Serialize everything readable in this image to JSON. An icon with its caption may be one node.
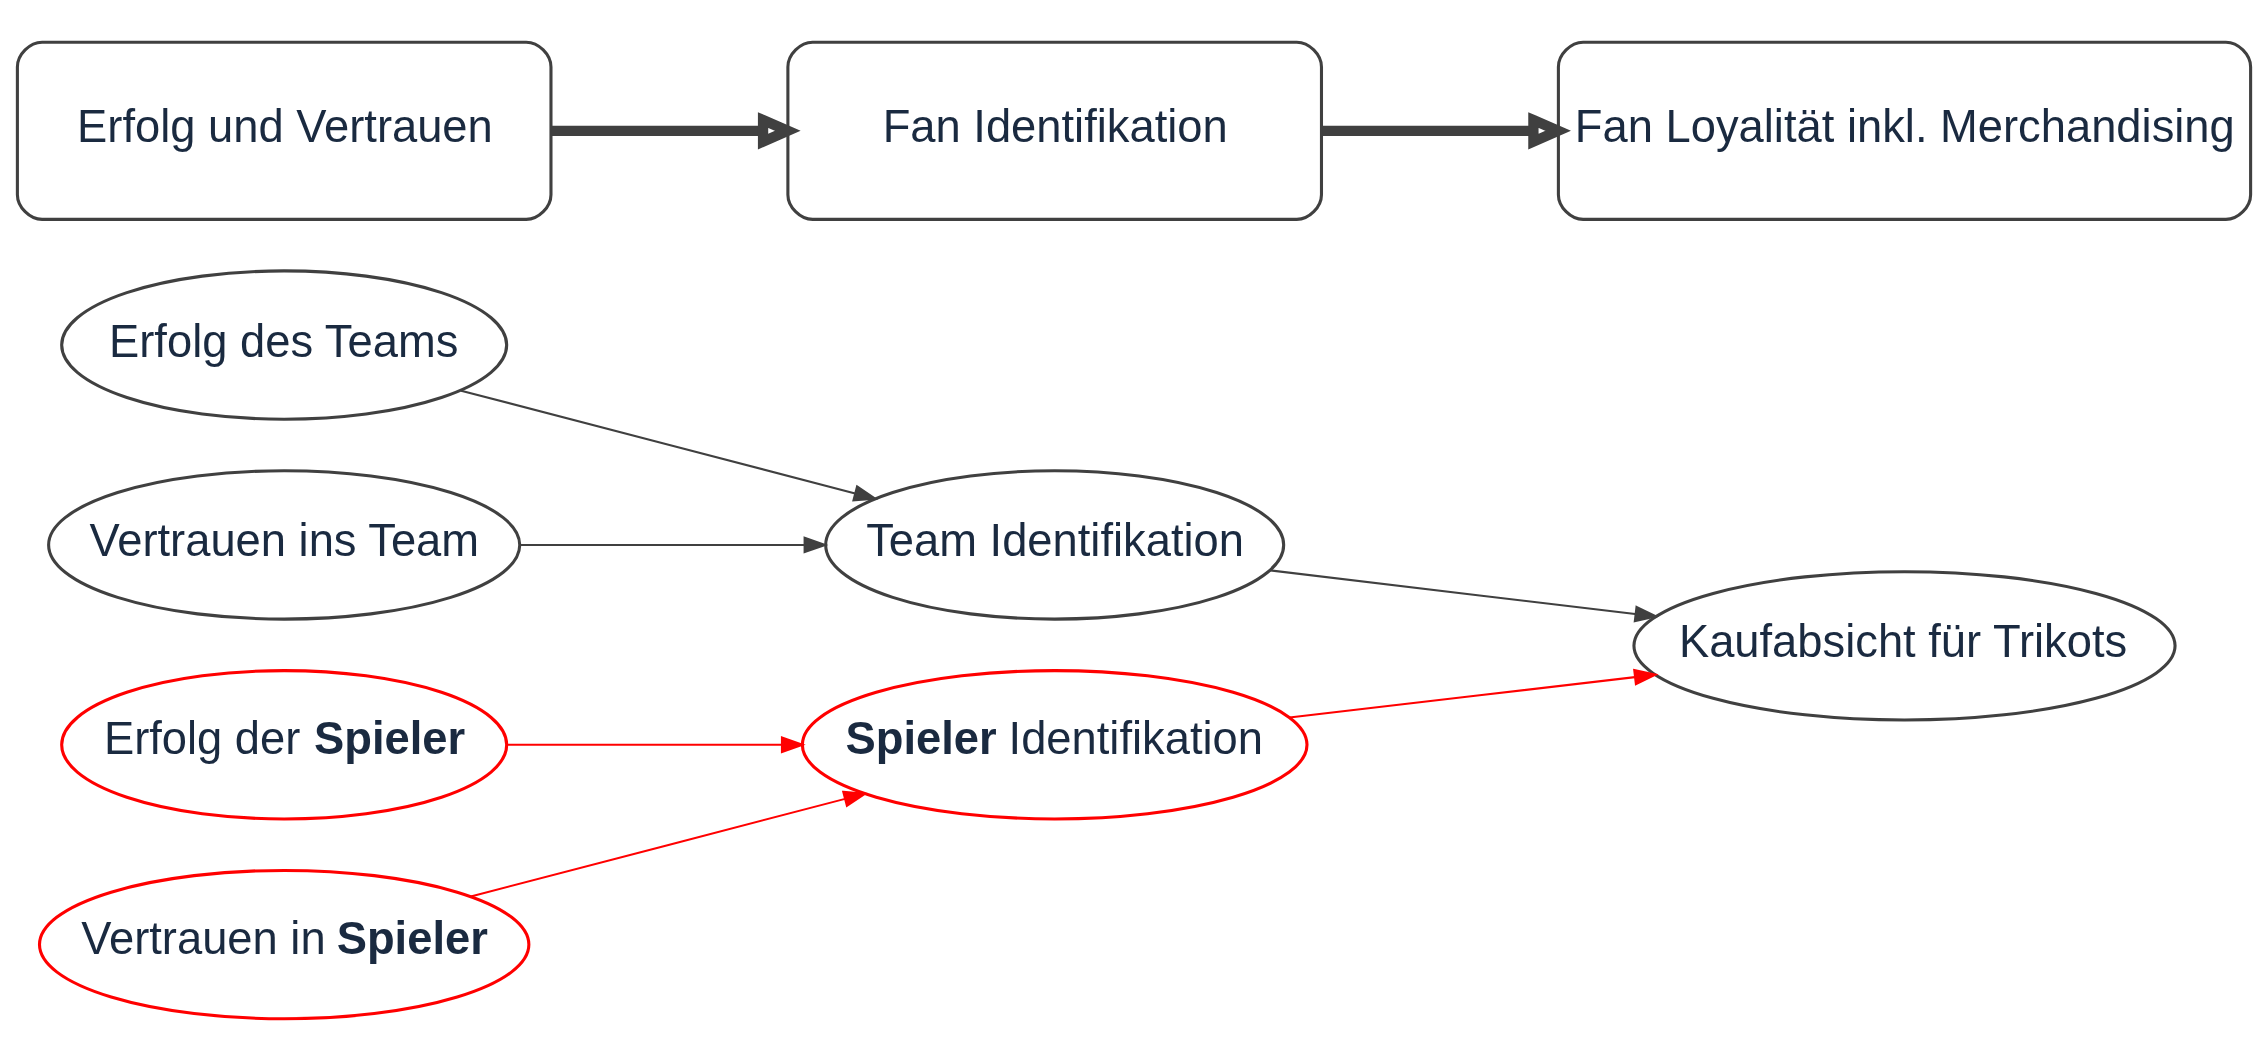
{
  "diagram": {
    "nodes": [
      {
        "text": [
          "Erfolg und Vertrauen"
        ]
      },
      {
        "text": [
          "Fan Identifikation"
        ]
      },
      {
        "text": [
          "Fan Loyalität inkl. Merchandising"
        ]
      },
      {
        "text": [
          "Erfolg des Teams"
        ]
      },
      {
        "text": [
          "Vertrauen ins Team"
        ]
      },
      {
        "text": [
          "Team Identifikation"
        ]
      },
      {
        "text": [
          "Kaufabsicht für Trikots"
        ]
      },
      {
        "text": [
          "Erfolg der **Spieler**"
        ]
      },
      {
        "text": [
          "Vertrauen in **Spieler**"
        ]
      },
      {
        "text": [
          "**Spieler** Identifikation"
        ]
      }
    ],
    "edges": [
      {
        "from": 0,
        "to": 1,
        "arrow": "to",
        "style": "thick"
      },
      {
        "from": 1,
        "to": 2,
        "arrow": "to",
        "style": "thick"
      },
      {
        "from": 3,
        "to": 5,
        "arrow": "to"
      },
      {
        "from": 4,
        "to": 5,
        "arrow": "to"
      },
      {
        "from": 5,
        "to": 6,
        "arrow": "to"
      },
      {
        "from": 7,
        "to": 9,
        "arrow": "to",
        "color": "#ff0000"
      },
      {
        "from": 8,
        "to": 9,
        "arrow": "to",
        "color": "#ff0000"
      },
      {
        "from": 9,
        "to": 6,
        "arrow": "to",
        "color": "#ff0000"
      }
    ]
  }
}
